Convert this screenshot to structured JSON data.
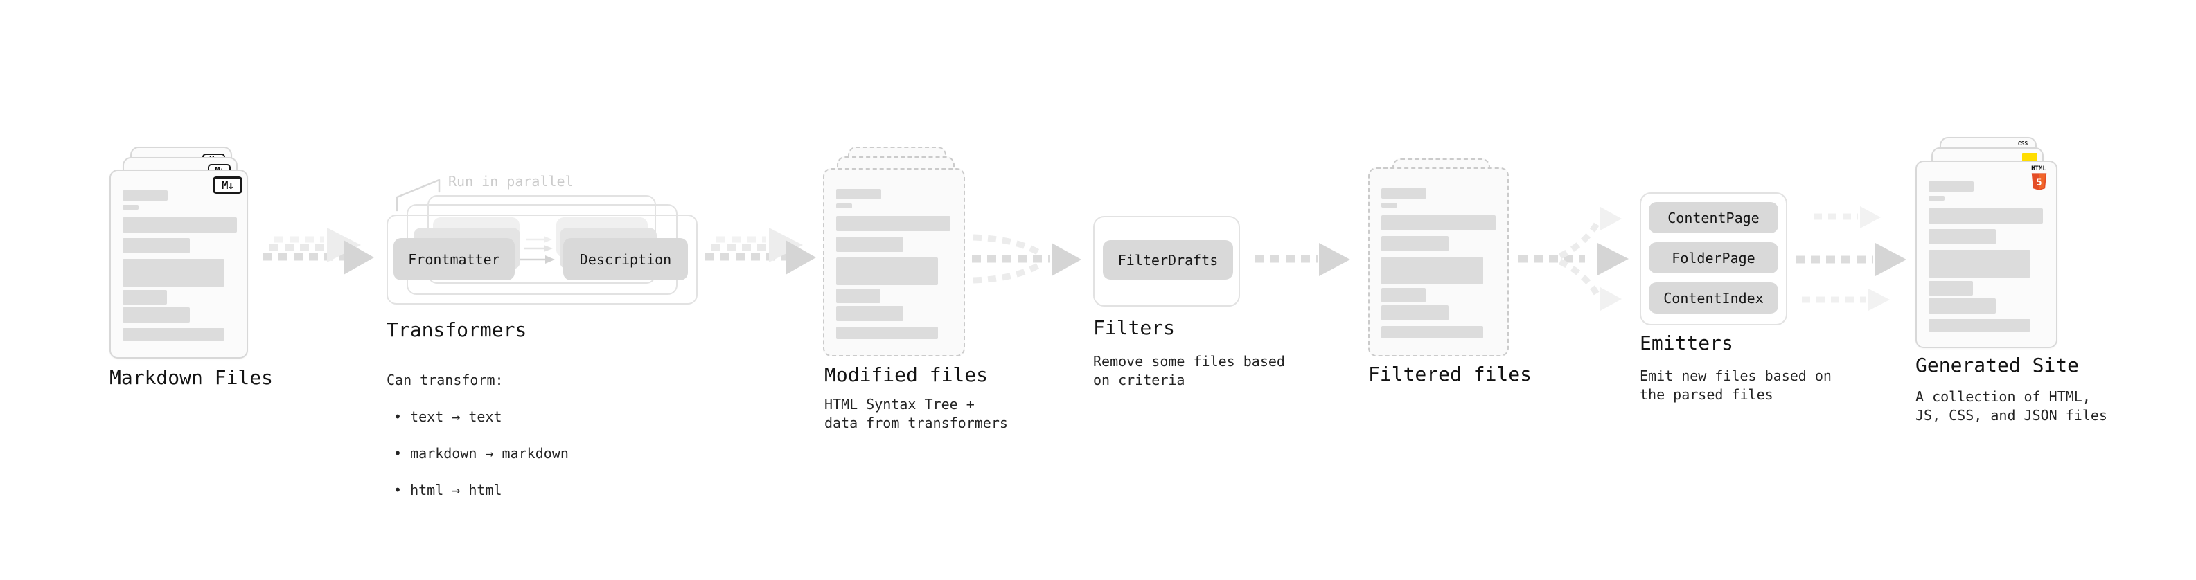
{
  "stages": {
    "markdown_files": {
      "label": "Markdown Files",
      "badge": "M↓"
    },
    "transformers": {
      "title": "Transformers",
      "annotation": "Run in parallel",
      "button_left": "Frontmatter",
      "button_right": "Description",
      "body_intro": "Can transform:",
      "bullets": [
        "• text → text",
        "• markdown → markdown",
        "• html → html"
      ]
    },
    "modified_files": {
      "label": "Modified files",
      "subtitle": "HTML Syntax Tree +\ndata from transformers"
    },
    "filters": {
      "title": "Filters",
      "button": "FilterDrafts",
      "subtitle": "Remove some files based\non criteria"
    },
    "filtered_files": {
      "label": "Filtered files"
    },
    "emitters": {
      "title": "Emitters",
      "buttons": [
        "ContentPage",
        "FolderPage",
        "ContentIndex"
      ],
      "subtitle": "Emit new files based on\nthe parsed files"
    },
    "generated_site": {
      "label": "Generated Site",
      "subtitle": "A collection of HTML,\nJS, CSS, and JSON files",
      "css_badge": "CSS",
      "html_badge_label": "HTML",
      "html_badge_number": "5"
    }
  },
  "colors": {
    "css_blue": "#2f6fed",
    "js_yellow": "#ffdd00",
    "html_orange": "#e44d26",
    "html_orange_light": "#f16529"
  }
}
